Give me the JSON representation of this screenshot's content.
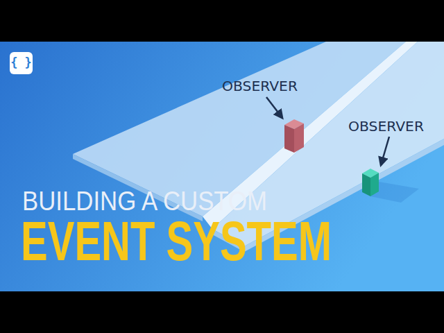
{
  "diagram": {
    "labels": [
      "{ }",
      "OBSERVER",
      "OBSERVER",
      "BUILDING A CUSTOM",
      "EVENT SYSTEM"
    ]
  }
}
